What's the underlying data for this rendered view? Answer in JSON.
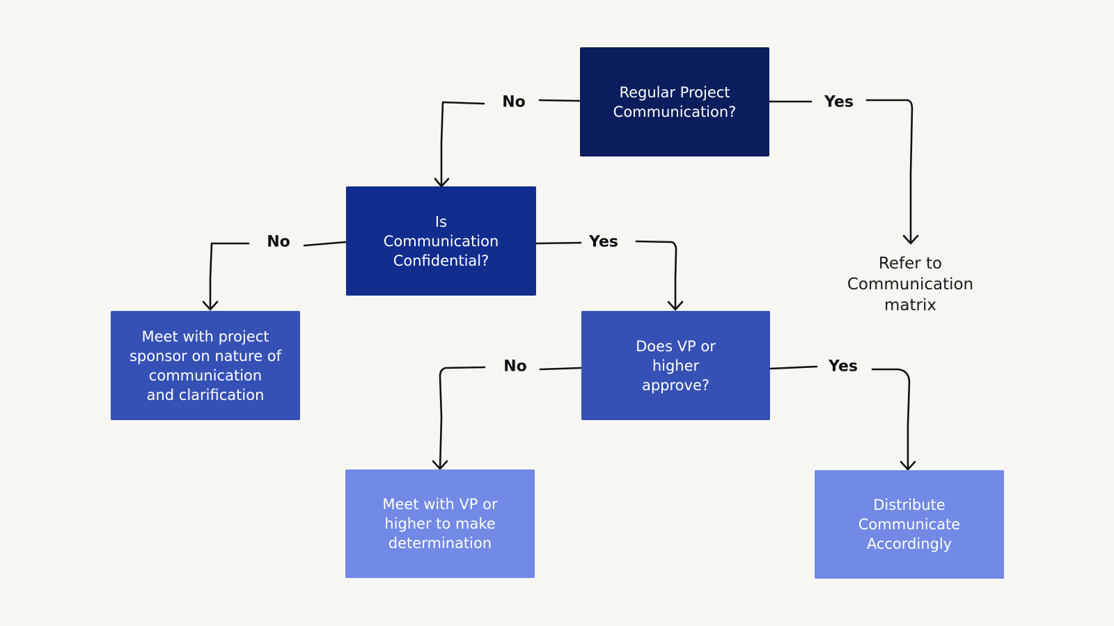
{
  "nodes": {
    "regular_project": {
      "text": "Regular Project\nCommunication?",
      "color": "#0b1d5c"
    },
    "is_confidential": {
      "text": "Is\nCommunication\nConfidential?",
      "color": "#112d8e"
    },
    "meet_sponsor": {
      "text": "Meet with project\nsponsor on nature of\ncommunication\nand clarification",
      "color": "#3651b5"
    },
    "vp_approve": {
      "text": "Does VP or\nhigher\napprove?",
      "color": "#3651b5"
    },
    "meet_vp": {
      "text": "Meet with VP or\nhigher to make\ndetermination",
      "color": "#7289e6"
    },
    "distribute": {
      "text": "Distribute\nCommunicate\nAccordingly",
      "color": "#7289e6"
    },
    "refer_matrix": {
      "text": "Refer to\nCommunication\nmatrix"
    }
  },
  "edges": {
    "regular_no": "No",
    "regular_yes": "Yes",
    "confidential_no": "No",
    "confidential_yes": "Yes",
    "vp_no": "No",
    "vp_yes": "Yes"
  }
}
